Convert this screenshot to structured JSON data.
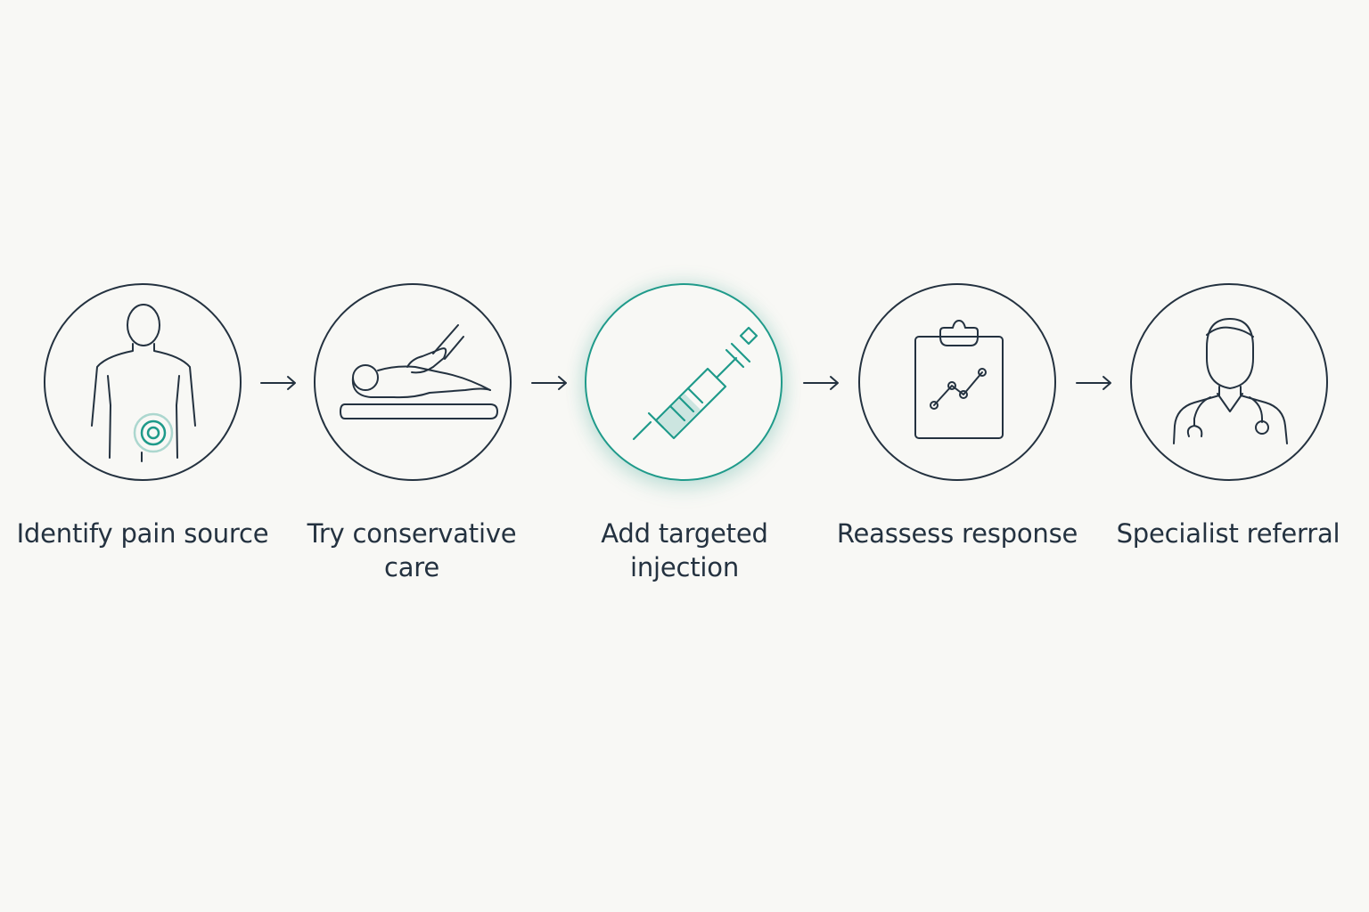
{
  "steps": [
    {
      "label": "Identify pain source",
      "icon": "body-pain-target-icon",
      "active": false
    },
    {
      "label": "Try conservative care",
      "icon": "massage-table-icon",
      "active": false
    },
    {
      "label": "Add targeted injection",
      "icon": "syringe-icon",
      "active": true
    },
    {
      "label": "Reassess response",
      "icon": "clipboard-chart-icon",
      "active": false
    },
    {
      "label": "Specialist referral",
      "icon": "doctor-stethoscope-icon",
      "active": false
    }
  ],
  "colors": {
    "background": "#f8f8f5",
    "line": "#243240",
    "accent": "#1f9a8a"
  }
}
